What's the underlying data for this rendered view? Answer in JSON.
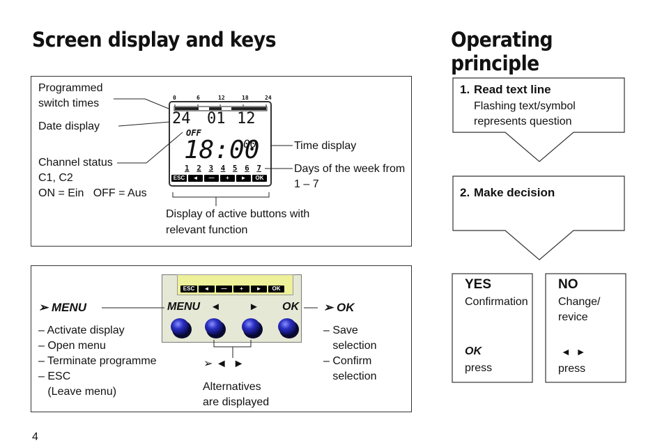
{
  "left_title": "Screen display and keys",
  "right_title": "Operating principle",
  "display_box": {
    "label_switch_times_1": "Programmed",
    "label_switch_times_2": "switch times",
    "label_date": "Date display",
    "label_channel_1": "Channel status",
    "label_channel_2": "C1, C2",
    "label_channel_3": "ON = Ein   OFF = Aus",
    "label_time": "Time display",
    "label_days_1": "Days of the week from",
    "label_days_2": "1 – 7",
    "label_buttons_1": "Display of active buttons with",
    "label_buttons_2": "relevant function",
    "lcd": {
      "scale": [
        "0",
        "6",
        "12",
        "18",
        "24"
      ],
      "date_day": "24",
      "date_month": "01",
      "date_year": "12",
      "status": "OFF",
      "time": "18:00",
      "seconds": "00",
      "days": [
        "1",
        "2",
        "3",
        "4",
        "5",
        "6",
        "7"
      ],
      "keys": [
        "ESC",
        "◄",
        "—",
        "+",
        "►",
        "OK"
      ]
    }
  },
  "keys_box": {
    "menu_heading": "➢ MENU",
    "menu_items": [
      "– Activate display",
      "– Open menu",
      "– Terminate programme",
      "– ESC",
      "   (Leave menu)"
    ],
    "device_menu_label": "MENU",
    "device_left_arrow": "◄",
    "device_right_arrow": "►",
    "device_ok_label": "OK",
    "device_lcd_keys": [
      "ESC",
      "◄",
      "—",
      "+",
      "►",
      "OK"
    ],
    "alt_arrows": "➢ ◄  ►",
    "alt_text_1": "Alternatives",
    "alt_text_2": "are displayed",
    "ok_heading": "➢ OK",
    "ok_items": [
      "– Save",
      "   selection",
      "– Confirm",
      "   selection"
    ]
  },
  "principle": {
    "step1_number": "1.",
    "step1_title": "Read text line",
    "step1_text_1": "Flashing text/symbol",
    "step1_text_2": "represents question",
    "step2_number": "2.",
    "step2_title": "Make decision",
    "yes_title": "YES",
    "yes_text": "Confirmation",
    "yes_key": "OK",
    "yes_press": "press",
    "no_title": "NO",
    "no_text_1": "Change/",
    "no_text_2": "revice",
    "no_keys": "◄  ►",
    "no_press": "press"
  },
  "page_number": "4"
}
